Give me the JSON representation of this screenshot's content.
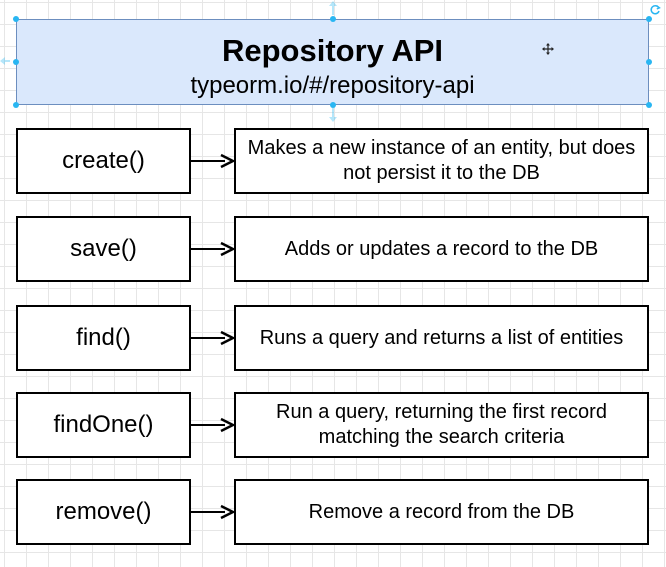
{
  "header": {
    "title": "Repository API",
    "subtitle": "typeorm.io/#/repository-api"
  },
  "rows": [
    {
      "method": "create()",
      "description": "Makes a new instance of an entity, but does not persist it to the DB"
    },
    {
      "method": "save()",
      "description": "Adds or updates a record to the DB"
    },
    {
      "method": "find()",
      "description": "Runs a query and returns a list of entities"
    },
    {
      "method": "findOne()",
      "description": "Run a query, returning the first record matching the search criteria"
    },
    {
      "method": "remove()",
      "description": "Remove a record from the DB"
    }
  ],
  "colors": {
    "title_fill": "#dae8fc",
    "title_stroke": "#6c8ebf",
    "selection": "#29b6f2"
  },
  "icons": [
    "move-icon",
    "rotate-icon",
    "arrow-right-icon"
  ]
}
